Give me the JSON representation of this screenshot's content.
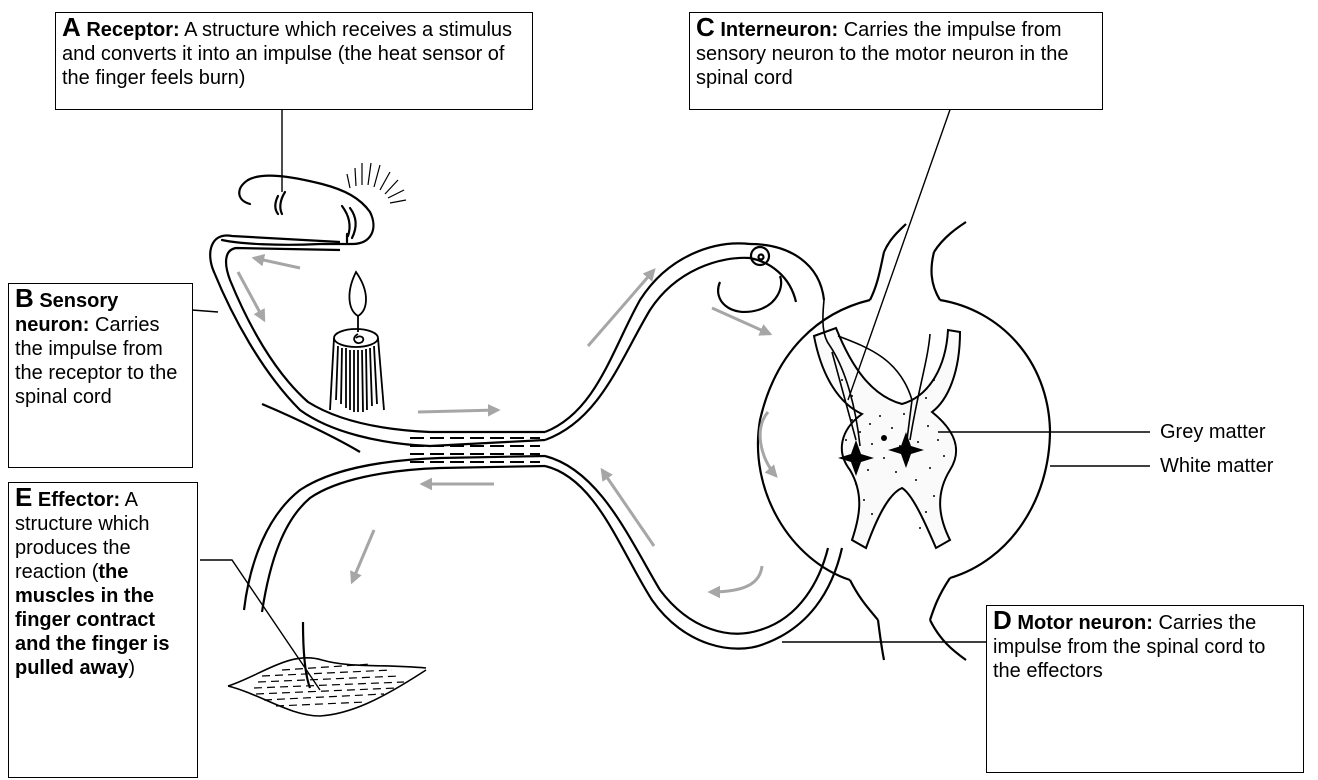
{
  "labels": {
    "a": {
      "letter": "A",
      "term": "Receptor:",
      "text": "A structure which receives a stimulus and converts it into an impulse (the heat sensor of the finger feels burn)"
    },
    "b": {
      "letter": "B",
      "term": "Sensory neuron:",
      "text": "Carries the impulse from the receptor to the spinal cord"
    },
    "c": {
      "letter": "C",
      "term": "Interneuron:",
      "text": "Carries the impulse from sensory neuron to the motor neuron in the spinal cord"
    },
    "d": {
      "letter": "D",
      "term": "Motor neuron:",
      "text": "Carries the impulse from the spinal cord to the effectors"
    },
    "e": {
      "letter": "E",
      "term": "Effector:",
      "text_before": "A structure which produces the reaction (",
      "text_bold": "the muscles in the finger contract and the finger is pulled away",
      "text_after": ")"
    },
    "grey_matter": "Grey matter",
    "white_matter": "White matter"
  },
  "colors": {
    "arrow": "#a6a6a6",
    "line": "#000000"
  }
}
